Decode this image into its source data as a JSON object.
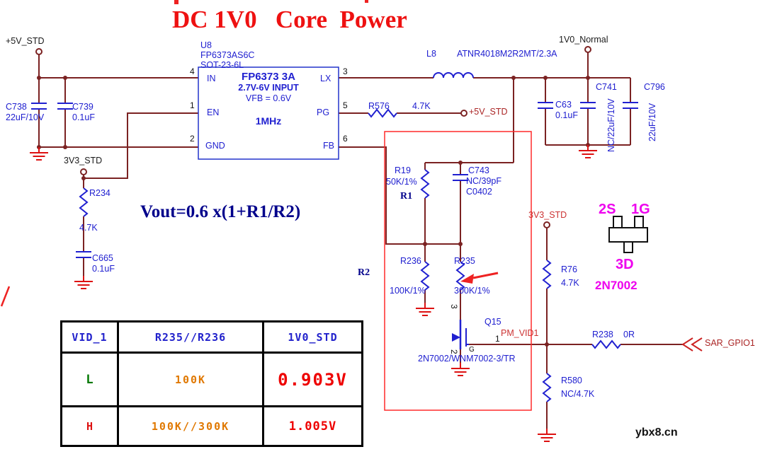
{
  "title": "DC 1V0   Core  Power",
  "formula": "Vout=0.6 x(1+R1/R2)",
  "watermark": "ybx8.cn",
  "colors": {
    "title_red": "#ee1111",
    "wire_maroon": "#7b2222",
    "symbol_blue": "#2020d0",
    "ground_red": "#dd1111",
    "highlight_red": "#ff2a2a",
    "magenta": "#ee00ee",
    "table_orange": "#e07800",
    "table_green": "#007700",
    "table_red": "#ee0000"
  },
  "nets": {
    "p5v_std_left": "+5V_STD",
    "v3v3_std_left": "3V3_STD",
    "v1v0_normal": "1V0_Normal",
    "p5v_std_pg": "+5V_STD",
    "v3v3_std_right": "3V3_STD",
    "pm_vid1": "PM_VID1",
    "sar_gpio1": "SAR_GPIO1"
  },
  "u8": {
    "ref": "U8",
    "part": "FP6373AS6C",
    "pkg": "SOT-23-6L",
    "name": "FP6373 3A",
    "input": "2.7V-6V INPUT",
    "vfb": "VFB = 0.6V",
    "freq": "1MHz",
    "pin_in": "IN",
    "pin_en": "EN",
    "pin_gnd": "GND",
    "pin_lx": "LX",
    "pin_pg": "PG",
    "pin_fb": "FB",
    "num_in": "4",
    "num_en": "1",
    "num_gnd": "2",
    "num_lx": "3",
    "num_pg": "5",
    "num_fb": "6"
  },
  "components": {
    "c738": {
      "ref": "C738",
      "val": "22uF/10V"
    },
    "c739": {
      "ref": "C739",
      "val": "0.1uF"
    },
    "r234": {
      "ref": "R234",
      "val": "4.7K"
    },
    "c665": {
      "ref": "C665",
      "val": "0.1uF"
    },
    "l8": {
      "ref": "L8",
      "val": "ATNR4018M2R2MT/2.3A"
    },
    "r576": {
      "ref": "R576",
      "val": "4.7K"
    },
    "c63": {
      "ref": "C63",
      "val": "0.1uF"
    },
    "c741": {
      "ref": "C741",
      "val": "NC/22uF/10V"
    },
    "c796": {
      "ref": "C796",
      "val": "22uF/10V"
    },
    "r19": {
      "ref": "R19",
      "val": "50K/1%"
    },
    "c743": {
      "ref": "C743",
      "val": "NC/39pF",
      "pkg": "C0402"
    },
    "r236": {
      "ref": "R236",
      "val": "100K/1%"
    },
    "r235": {
      "ref": "R235",
      "val": "300K/1%"
    },
    "q15": {
      "ref": "Q15",
      "val": "2N7002/WNM7002-3/TR",
      "pin1": "1",
      "pin2": "2",
      "pin3": "3",
      "gate": "G"
    },
    "r76": {
      "ref": "R76",
      "val": "4.7K"
    },
    "r238": {
      "ref": "R238",
      "val": "0R"
    },
    "r580": {
      "ref": "R580",
      "val": "NC/4.7K"
    }
  },
  "annotations": {
    "r1": "R1",
    "r2": "R2"
  },
  "pinout": {
    "s": "2S",
    "g": "1G",
    "d": "3D",
    "part": "2N7002"
  },
  "table": {
    "headers": [
      "VID_1",
      "R235//R236",
      "1V0_STD"
    ],
    "rows": [
      {
        "vid": "L",
        "r": "100K",
        "v": "0.903V"
      },
      {
        "vid": "H",
        "r": "100K//300K",
        "v": "1.005V"
      }
    ]
  }
}
